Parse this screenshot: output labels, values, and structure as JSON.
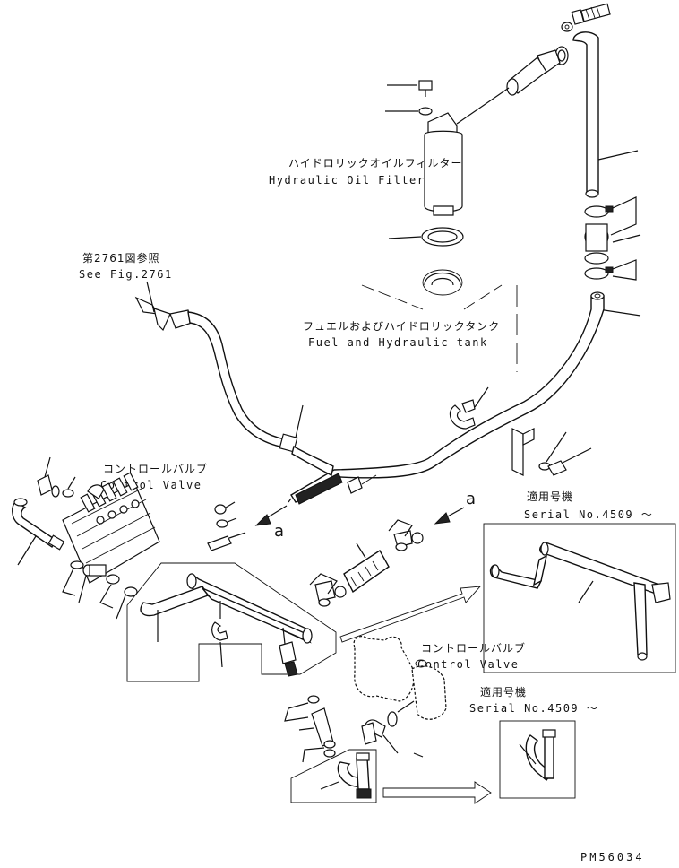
{
  "labels": {
    "filter_jp": "ハイドロリックオイルフィルター",
    "filter_en": "Hydraulic Oil Filter",
    "fig_ref_jp": "第2761図参照",
    "fig_ref_en": "See Fig.2761",
    "tank_jp": "フュエルおよびハイドロリックタンク",
    "tank_en": "Fuel and Hydraulic tank",
    "cv1_jp": "コントロールバルブ",
    "cv1_en": "Control Valve",
    "cv2_jp": "コントロールバルブ",
    "cv2_en": "Control Valve",
    "serial1_jp": "適用号機",
    "serial1_en": "Serial No.4509 ～",
    "serial2_jp": "適用号機",
    "serial2_en": "Serial No.4509 ～",
    "view_a_left": "a",
    "view_a_right": "a",
    "drawing_code": "PM56034"
  }
}
